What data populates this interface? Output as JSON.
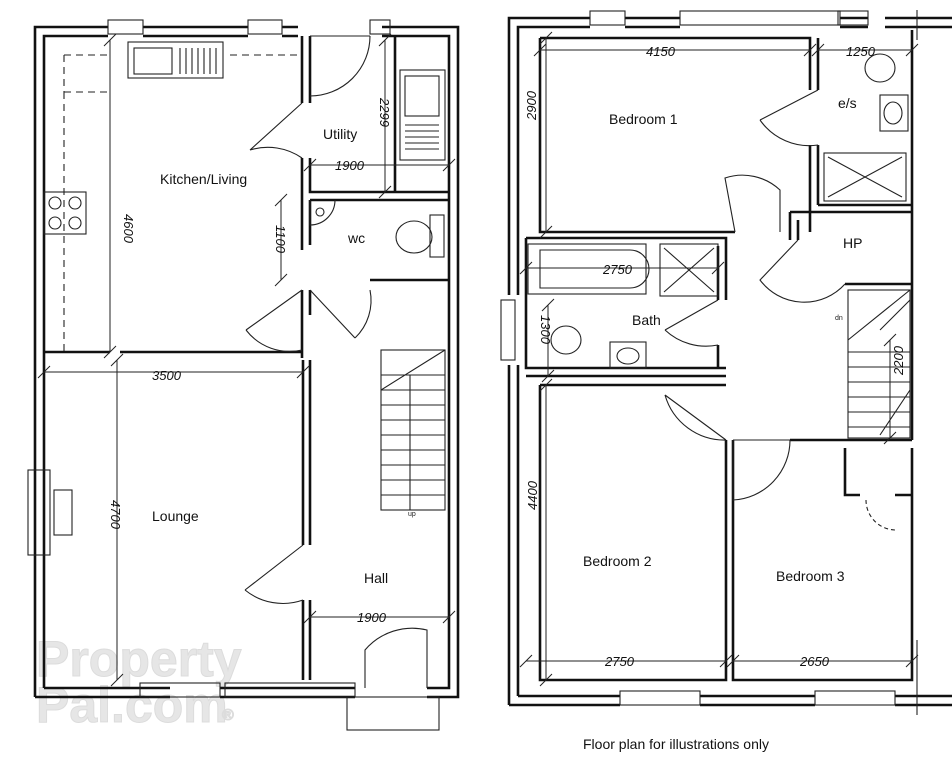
{
  "watermark": {
    "line1": "Property",
    "line2": "Pal.com",
    "mark": "®"
  },
  "ground_floor": {
    "rooms": {
      "kitchen": "Kitchen/Living",
      "utility": "Utility",
      "wc": "wc",
      "lounge": "Lounge",
      "hall": "Hall"
    },
    "dimensions": {
      "kitchen_depth": "4600",
      "utility_depth": "2299",
      "utility_width": "1900",
      "wc_depth": "1100",
      "lounge_width": "3500",
      "lounge_depth": "4700",
      "hall_width": "1900"
    },
    "stair_label": "up"
  },
  "first_floor": {
    "rooms": {
      "bedroom1": "Bedroom 1",
      "ensuite": "e/s",
      "hp": "HP",
      "bath": "Bath",
      "bedroom2": "Bedroom 2",
      "bedroom3": "Bedroom 3"
    },
    "dimensions": {
      "bedroom1_width": "4150",
      "ensuite_width": "1250",
      "bedroom1_depth": "2900",
      "bath_width": "2750",
      "bath_depth": "1300",
      "stair_length": "2200",
      "bedroom2_depth": "4400",
      "bedroom2_width": "2750",
      "bedroom3_width": "2650"
    },
    "stair_label": "dn"
  },
  "footer": "Floor plan for illustrations only"
}
